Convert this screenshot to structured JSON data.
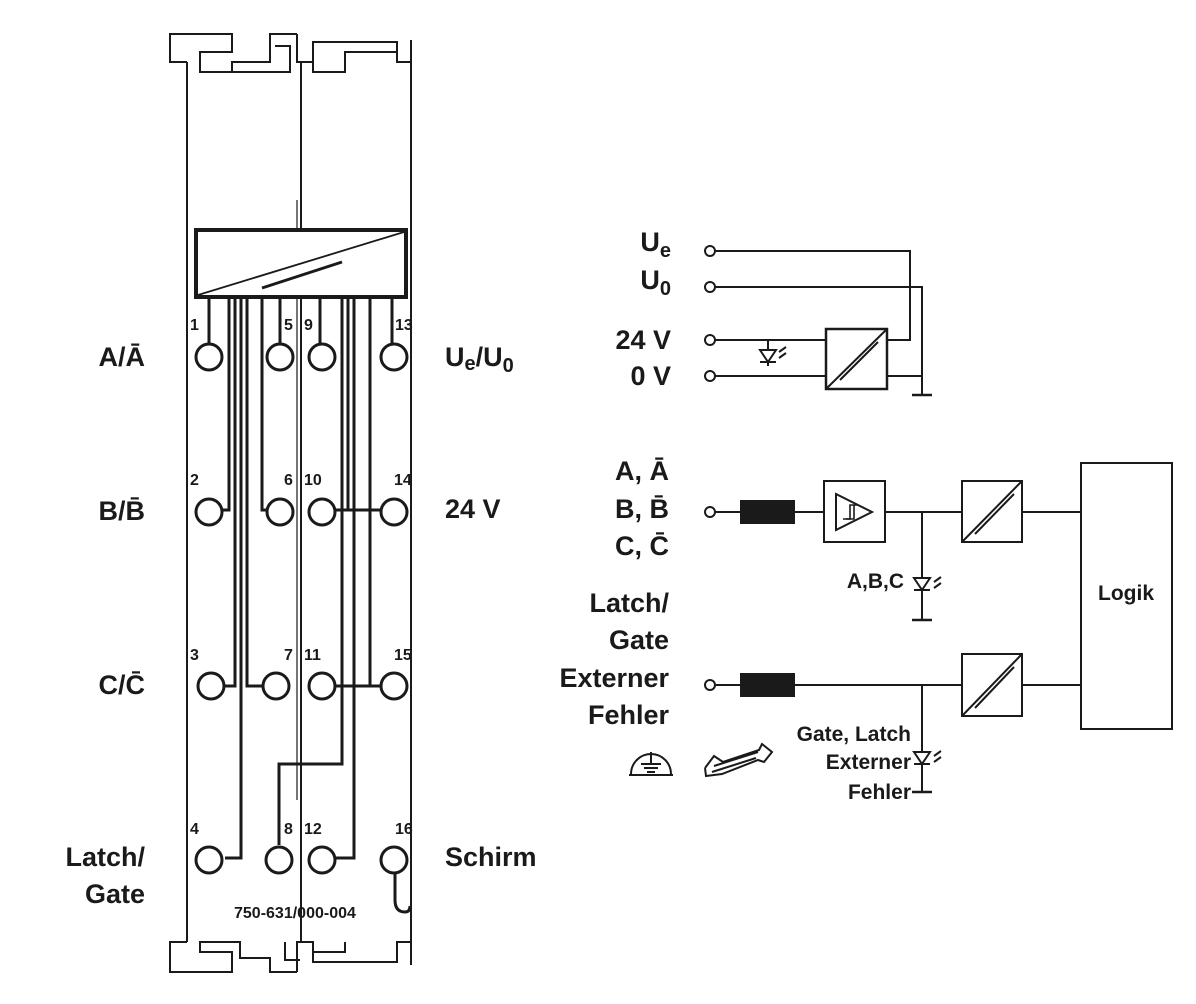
{
  "module": {
    "part_number": "750-631/000-004",
    "terminals": {
      "t1": "1",
      "t2": "2",
      "t3": "3",
      "t4": "4",
      "t5": "5",
      "t6": "6",
      "t7": "7",
      "t8": "8",
      "t9": "9",
      "t10": "10",
      "t11": "11",
      "t12": "12",
      "t13": "13",
      "t14": "14",
      "t15": "15",
      "t16": "16"
    },
    "left_labels": {
      "row1": "A/Ā",
      "row2": "B/B̄",
      "row3": "C/C̄",
      "row4_line1": "Latch/",
      "row4_line2": "Gate"
    },
    "right_labels": {
      "row1_main": "U",
      "row1_sub1": "e",
      "row1_mid": "/U",
      "row1_sub2": "0",
      "row2": "24 V",
      "row4": "Schirm"
    }
  },
  "schematic": {
    "supply": {
      "ue_main": "U",
      "ue_sub": "e",
      "u0_main": "U",
      "u0_sub": "0",
      "v24": "24 V",
      "v0": "0 V"
    },
    "inputs": {
      "abc_line1": "A, Ā",
      "abc_line2": "B, B̄",
      "abc_line3": "C, C̄",
      "led_abc": "A,B,C",
      "latch_line1": "Latch/",
      "latch_line2": "Gate",
      "latch_line3": "Externer",
      "latch_line4": "Fehler",
      "led_gate_line1": "Gate, Latch",
      "led_gate_line2": "Externer",
      "led_gate_line3": "Fehler"
    },
    "logic_block": "Logik"
  }
}
